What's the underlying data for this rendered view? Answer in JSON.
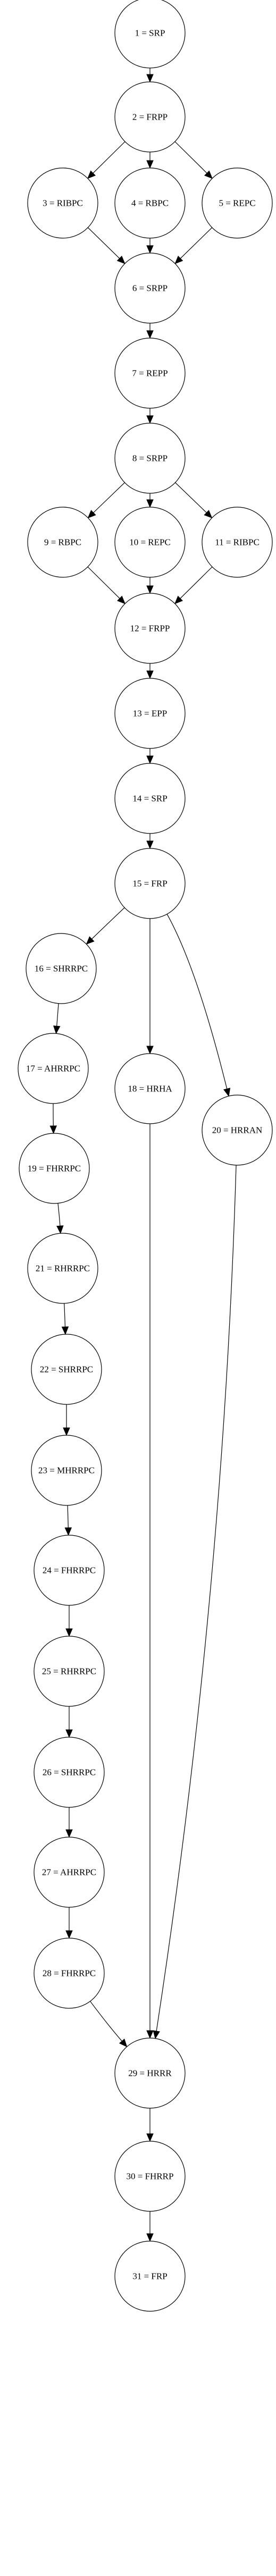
{
  "graph": {
    "nodes": [
      {
        "id": "n1",
        "label": "1 = SRP"
      },
      {
        "id": "n2",
        "label": "2 = FRPP"
      },
      {
        "id": "n3",
        "label": "3 = RIBPC"
      },
      {
        "id": "n4",
        "label": "4 = RBPC"
      },
      {
        "id": "n5",
        "label": "5 = REPC"
      },
      {
        "id": "n6",
        "label": "6 = SRPP"
      },
      {
        "id": "n7",
        "label": "7 = REPP"
      },
      {
        "id": "n8",
        "label": "8 = SRPP"
      },
      {
        "id": "n9",
        "label": "9 = RBPC"
      },
      {
        "id": "n10",
        "label": "10 = REPC"
      },
      {
        "id": "n11",
        "label": "11 = RIBPC"
      },
      {
        "id": "n12",
        "label": "12 = FRPP"
      },
      {
        "id": "n13",
        "label": "13 = EPP"
      },
      {
        "id": "n14",
        "label": "14 = SRP"
      },
      {
        "id": "n15",
        "label": "15 = FRP"
      },
      {
        "id": "n16",
        "label": "16 = SHRRPC"
      },
      {
        "id": "n17",
        "label": "17 = AHRRPC"
      },
      {
        "id": "n18",
        "label": "18 = HRHA"
      },
      {
        "id": "n19",
        "label": "19 = FHRRPC"
      },
      {
        "id": "n20",
        "label": "20 = HRRAN"
      },
      {
        "id": "n21",
        "label": "21 = RHRRPC"
      },
      {
        "id": "n22",
        "label": "22 = SHRRPC"
      },
      {
        "id": "n23",
        "label": "23 = MHRRPC"
      },
      {
        "id": "n24",
        "label": "24 = FHRRPC"
      },
      {
        "id": "n25",
        "label": "25 = RHRRPC"
      },
      {
        "id": "n26",
        "label": "26 = SHRRPC"
      },
      {
        "id": "n27",
        "label": "27 = AHRRPC"
      },
      {
        "id": "n28",
        "label": "28 = FHRRPC"
      },
      {
        "id": "n29",
        "label": "29 = HRRR"
      },
      {
        "id": "n30",
        "label": "30 = FHRRP"
      },
      {
        "id": "n31",
        "label": "31 = FRP"
      }
    ],
    "edges": [
      [
        "n1",
        "n2"
      ],
      [
        "n2",
        "n3"
      ],
      [
        "n2",
        "n4"
      ],
      [
        "n2",
        "n5"
      ],
      [
        "n3",
        "n6"
      ],
      [
        "n4",
        "n6"
      ],
      [
        "n5",
        "n6"
      ],
      [
        "n6",
        "n7"
      ],
      [
        "n7",
        "n8"
      ],
      [
        "n8",
        "n9"
      ],
      [
        "n8",
        "n10"
      ],
      [
        "n8",
        "n11"
      ],
      [
        "n9",
        "n12"
      ],
      [
        "n10",
        "n12"
      ],
      [
        "n11",
        "n12"
      ],
      [
        "n12",
        "n13"
      ],
      [
        "n13",
        "n14"
      ],
      [
        "n14",
        "n15"
      ],
      [
        "n15",
        "n16"
      ],
      [
        "n15",
        "n18"
      ],
      [
        "n15",
        "n20"
      ],
      [
        "n16",
        "n17"
      ],
      [
        "n17",
        "n19"
      ],
      [
        "n19",
        "n21"
      ],
      [
        "n21",
        "n22"
      ],
      [
        "n22",
        "n23"
      ],
      [
        "n23",
        "n24"
      ],
      [
        "n24",
        "n25"
      ],
      [
        "n25",
        "n26"
      ],
      [
        "n26",
        "n27"
      ],
      [
        "n27",
        "n28"
      ],
      [
        "n28",
        "n29"
      ],
      [
        "n18",
        "n29"
      ],
      [
        "n20",
        "n29"
      ],
      [
        "n29",
        "n30"
      ],
      [
        "n30",
        "n31"
      ]
    ]
  }
}
